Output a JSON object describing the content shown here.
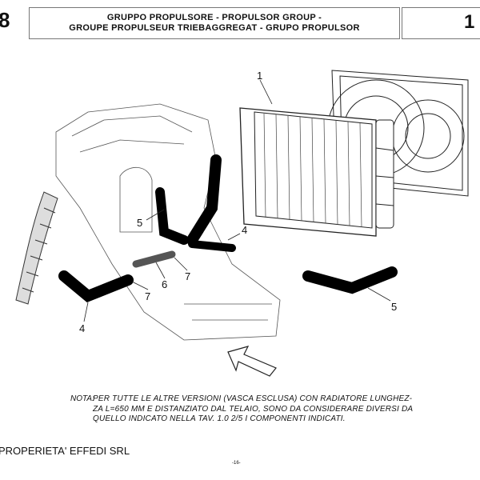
{
  "header": {
    "section_left": "8",
    "section_right": "1",
    "title_line1": "GRUPPO PROPULSORE - PROPULSOR GROUP -",
    "title_line2": "GROUPE PROPULSEUR TRIEBAGGREGAT - GRUPO PROPULSOR"
  },
  "diagram": {
    "callouts": [
      "1",
      "4",
      "5",
      "7",
      "6",
      "7",
      "4",
      "5"
    ]
  },
  "note": {
    "label": "NOTA:",
    "lines": [
      "PER TUTTE LE ALTRE VERSIONI (VASCA ESCLUSA) CON RADIATORE  LUNGHEZ-",
      "ZA  L=650 MM E DISTANZIATO DAL TELAIO, SONO DA CONSIDERARE DIVERSI DA",
      "QUELLO INDICATO NELLA TAV. 1.0  2/5  I COMPONENTI INDICATI."
    ]
  },
  "footer": {
    "owner": "PROPERIETA' EFFEDI SRL",
    "page": "-16-"
  }
}
